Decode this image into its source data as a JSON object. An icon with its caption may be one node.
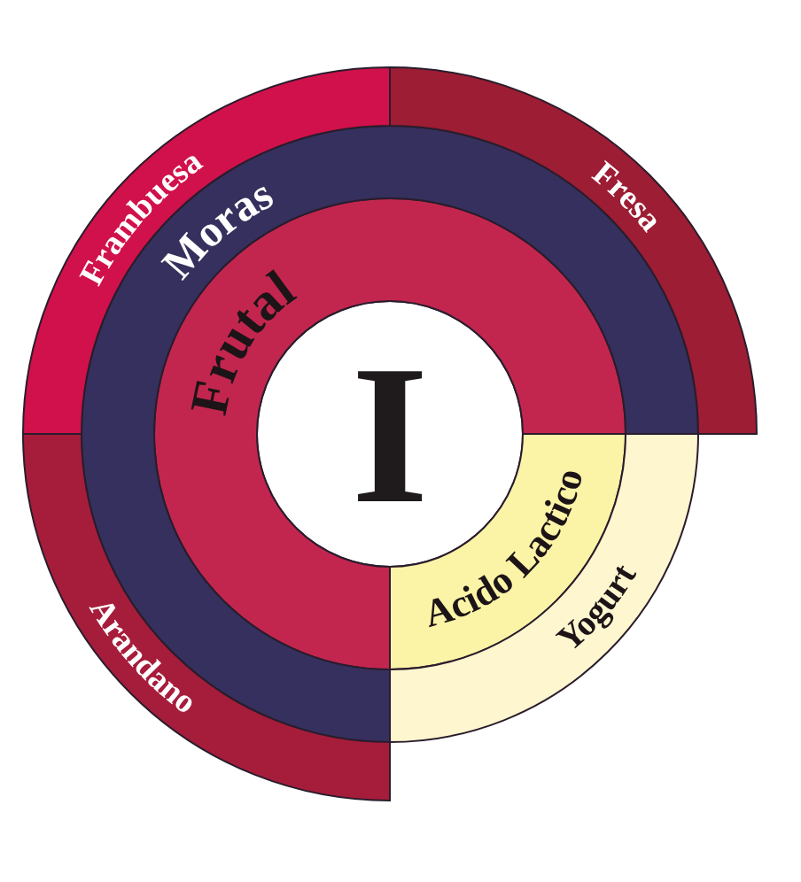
{
  "diagram": {
    "nodes": [
      {
        "text": [
          "I"
        ]
      },
      {
        "text": [
          "Frutal"
        ]
      },
      {
        "text": [
          "Moras"
        ]
      },
      {
        "text": [
          "Frambuesa"
        ]
      },
      {
        "text": [
          "Fresa"
        ]
      },
      {
        "text": [
          "Arandano"
        ]
      },
      {
        "text": [
          "Acido Lactico"
        ]
      },
      {
        "text": [
          "Yogurt"
        ]
      }
    ]
  }
}
